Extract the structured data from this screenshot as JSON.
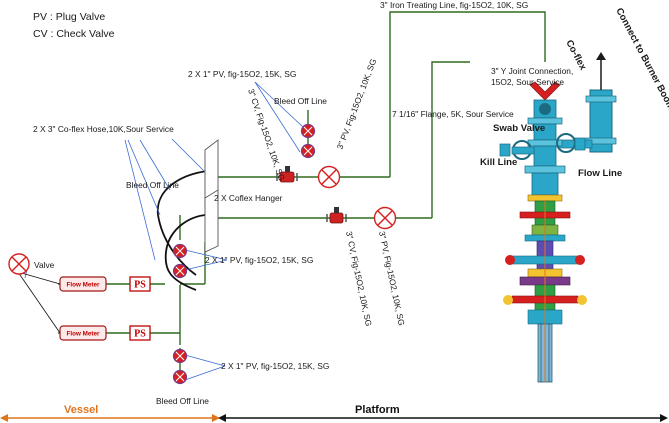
{
  "legend": {
    "pv": "PV : Plug  Valve",
    "cv": "CV : Check Valve"
  },
  "labels": {
    "iron_line": "3\" Iron Treating Line, fig-15O2, 10K, SG",
    "connect_boom": "Connect to Burner Boom",
    "coflex_vert": "Co-flex",
    "y_joint_1": "3\" Y Joint Connection,",
    "y_joint_2": "15O2, Sour Service",
    "flange": "7 1/16\"  Flange, 5K, Sour Service",
    "swab_valve": "Swab Valve",
    "kill_line": "Kill Line",
    "flow_line": "Flow Line",
    "pv_top": "2 X 1\" PV, fig-15O2, 15K, SG",
    "bleed_top": "Bleed Off Line",
    "cv_diag_top": "3\" CV, Fig-15O2, 10K, SG",
    "pv_diag_top": "3\" PV, Fig-15O2, 10K, SG",
    "coflex_hose": "2 X 3\" Co-flex Hose,10K,Sour Service",
    "bleed_mid": "Bleed Off Line",
    "coflex_hanger": "2 X Coflex Hanger",
    "cv_diag_bottom": "3\" CV, Fig-15O2, 10K, SG",
    "pv_diag_bottom": "3\" PV, Fig-15O2, 10K, SG",
    "pv_mid": "2 X 1\" PV, fig-15O2, 15K, SG",
    "valve": "Valve",
    "flow_meter_1": "Flow Meter",
    "flow_meter_2": "Flow Meter",
    "ps_1": "PS",
    "ps_2": "PS",
    "pv_bottom": "2 X 1\" PV, fig-15O2, 15K, SG",
    "bleed_bottom": "Bleed Off Line",
    "vessel": "Vessel",
    "platform": "Platform"
  },
  "colors": {
    "line_green": "#2e6b1f",
    "valve_red": "#d62020",
    "valve_purple": "#7a3a8a",
    "vessel_orange": "#e0741c",
    "wellhead_blue": "#2aa6c8"
  }
}
